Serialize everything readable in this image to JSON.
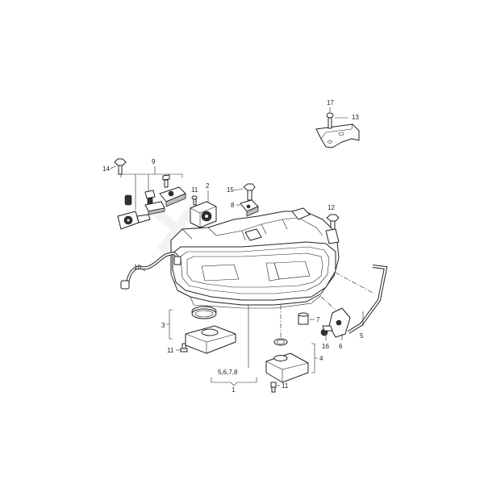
{
  "diagram": {
    "callouts": {
      "c1": "1",
      "c2": "2",
      "c3": "3",
      "c4": "4",
      "c5": "5",
      "c5678": "5,6,7,8",
      "c6": "6",
      "c7": "7",
      "c8": "8",
      "c9": "9",
      "c10": "10",
      "c11a": "11",
      "c11b": "11",
      "c11c": "11",
      "c12": "12",
      "c13": "13",
      "c14": "14",
      "c15": "15",
      "c16": "16",
      "c17": "17"
    },
    "colors": {
      "line": "#222222",
      "fill": "#ffffff",
      "dark": "#333333",
      "grey": "#bdbdbd"
    }
  }
}
